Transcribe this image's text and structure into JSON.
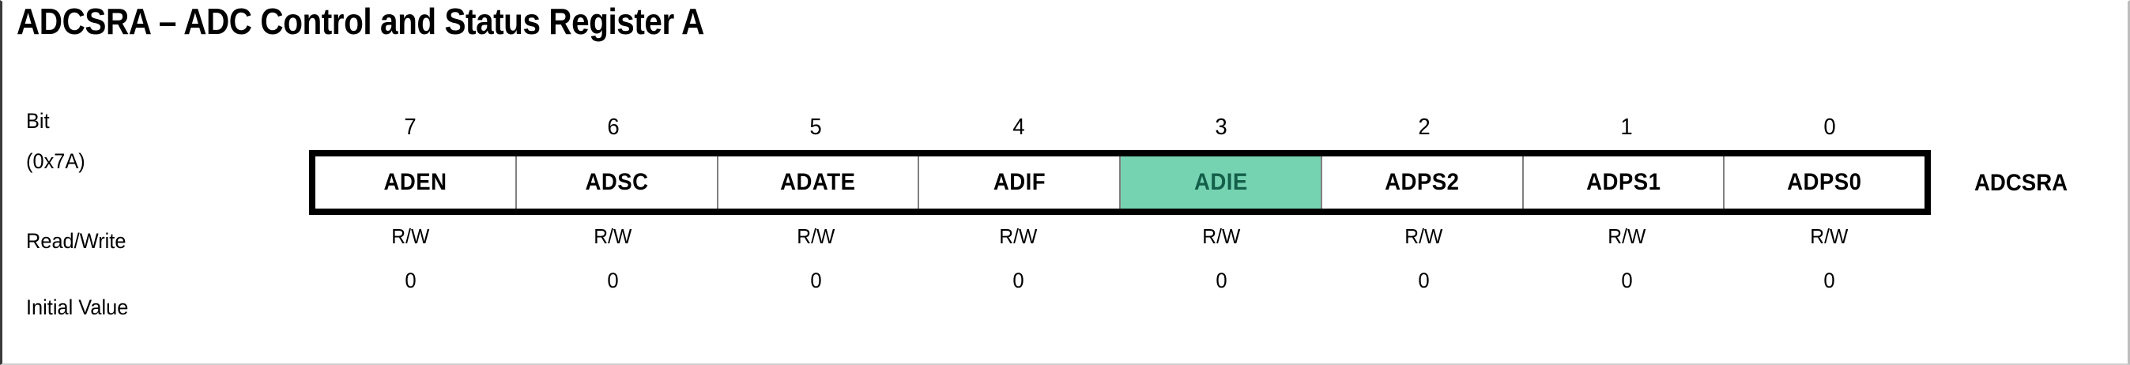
{
  "title": "ADCSRA – ADC Control and Status Register A",
  "register_name": "ADCSRA",
  "labels": {
    "bit": "Bit",
    "address": "(0x7A)",
    "read_write": "Read/Write",
    "initial_value": "Initial Value"
  },
  "colors": {
    "highlight_background": "#76d3b2",
    "highlight_text": "#135f49",
    "border": "#000000",
    "divider": "#808080",
    "text": "#000000",
    "page_background": "#ffffff"
  },
  "bits": [
    {
      "number": "7",
      "name": "ADEN",
      "read_write": "R/W",
      "initial_value": "0",
      "highlighted": false
    },
    {
      "number": "6",
      "name": "ADSC",
      "read_write": "R/W",
      "initial_value": "0",
      "highlighted": false
    },
    {
      "number": "5",
      "name": "ADATE",
      "read_write": "R/W",
      "initial_value": "0",
      "highlighted": false
    },
    {
      "number": "4",
      "name": "ADIF",
      "read_write": "R/W",
      "initial_value": "0",
      "highlighted": false
    },
    {
      "number": "3",
      "name": "ADIE",
      "read_write": "R/W",
      "initial_value": "0",
      "highlighted": true
    },
    {
      "number": "2",
      "name": "ADPS2",
      "read_write": "R/W",
      "initial_value": "0",
      "highlighted": false
    },
    {
      "number": "1",
      "name": "ADPS1",
      "read_write": "R/W",
      "initial_value": "0",
      "highlighted": false
    },
    {
      "number": "0",
      "name": "ADPS0",
      "read_write": "R/W",
      "initial_value": "0",
      "highlighted": false
    }
  ]
}
